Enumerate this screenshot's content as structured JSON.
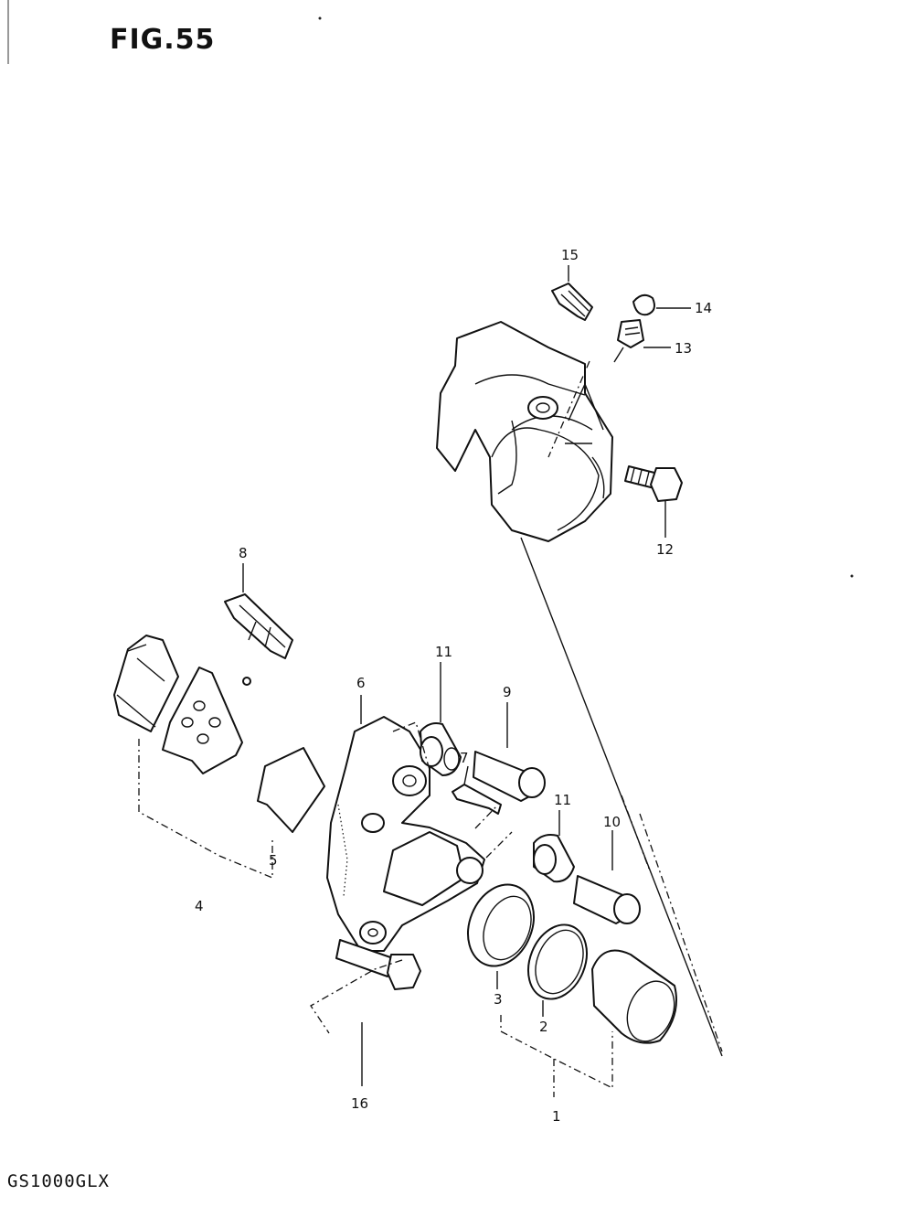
{
  "figure": {
    "title": "FIG.55",
    "model_code": "GS1000GLX"
  },
  "callouts": [
    "15",
    "14",
    "13",
    "12",
    "8",
    "11",
    "9",
    "6",
    "7",
    "11",
    "10",
    "5",
    "4",
    "3",
    "2",
    "16",
    "1"
  ]
}
